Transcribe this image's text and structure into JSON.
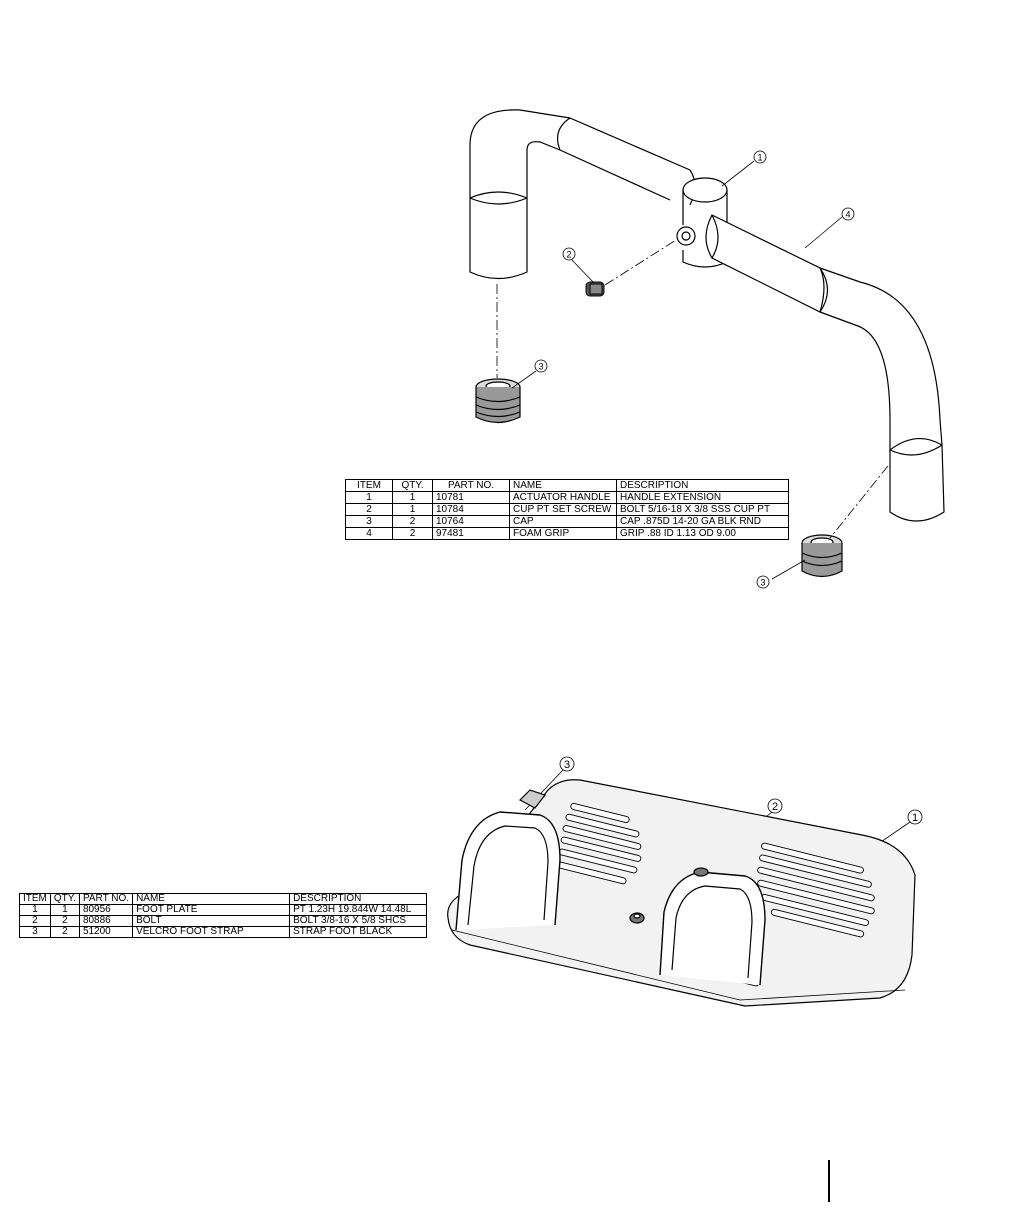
{
  "handle_assembly": {
    "callouts": [
      "1",
      "2",
      "3",
      "4",
      "3"
    ],
    "bom_headers": [
      "ITEM",
      "QTY.",
      "PART NO.",
      "NAME",
      "DESCRIPTION"
    ],
    "bom_rows": [
      {
        "item": "1",
        "qty": "1",
        "part": "10781",
        "name": "ACTUATOR HANDLE",
        "desc": "HANDLE EXTENSION"
      },
      {
        "item": "2",
        "qty": "1",
        "part": "10784",
        "name": "CUP PT SET SCREW",
        "desc": "BOLT 5/16-18 X 3/8 SSS CUP PT"
      },
      {
        "item": "3",
        "qty": "2",
        "part": "10764",
        "name": "CAP",
        "desc": "CAP .875D 14-20 GA BLK RND"
      },
      {
        "item": "4",
        "qty": "2",
        "part": "97481",
        "name": "FOAM GRIP",
        "desc": "GRIP .88 ID 1.13 OD 9.00"
      }
    ]
  },
  "footplate_assembly": {
    "callouts": [
      "3",
      "2",
      "1"
    ],
    "bom_headers": [
      "ITEM",
      "QTY.",
      "PART NO.",
      "NAME",
      "DESCRIPTION"
    ],
    "bom_rows": [
      {
        "item": "1",
        "qty": "1",
        "part": "80956",
        "name": "FOOT PLATE",
        "desc": "PT 1.23H 19.844W 14.48L"
      },
      {
        "item": "2",
        "qty": "2",
        "part": "80886",
        "name": "BOLT",
        "desc": "BOLT 3/8-16 X 5/8 SHCS"
      },
      {
        "item": "3",
        "qty": "2",
        "part": "51200",
        "name": "VELCRO FOOT STRAP",
        "desc": "STRAP FOOT BLACK"
      }
    ]
  }
}
